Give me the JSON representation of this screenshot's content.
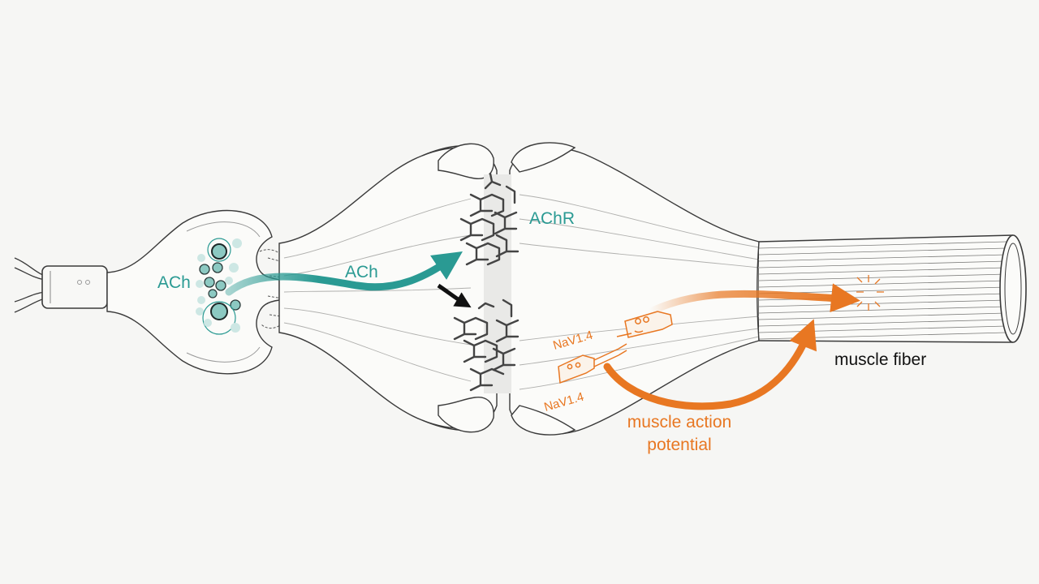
{
  "labels": {
    "ach_vesicles": "ACh",
    "ach_arrow": "ACh",
    "achr": "AChR",
    "nav_upper": "NaV1.4",
    "nav_lower": "NaV1.4",
    "action_potential_line1": "muscle action",
    "action_potential_line2": "potential",
    "muscle_fiber": "muscle fiber"
  },
  "colors": {
    "teal": "#2a9a93",
    "orange": "#e87722",
    "outline": "#3a3a3a",
    "receptor": "#444444",
    "background": "#f6f6f4"
  }
}
